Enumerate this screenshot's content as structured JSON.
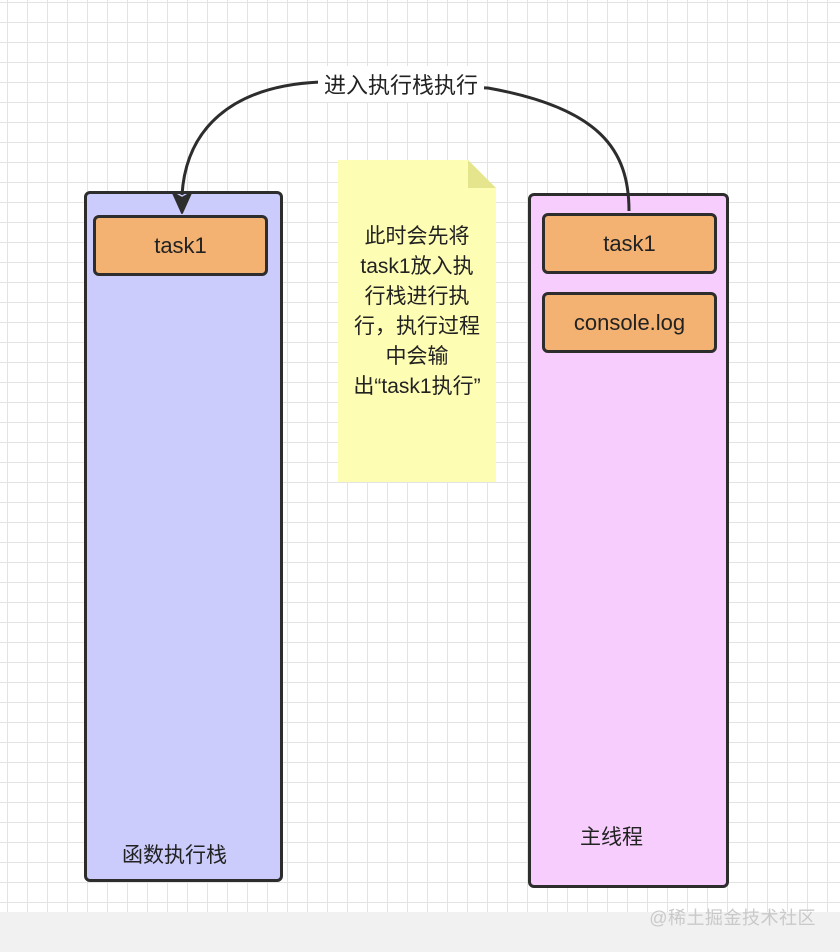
{
  "diagram": {
    "call_stack": {
      "label": "函数执行栈",
      "color": "#cbccfb",
      "items": [
        "task1"
      ]
    },
    "main_thread": {
      "label": "主线程",
      "color": "#f6cdfc",
      "items": [
        "task1",
        "console.log"
      ]
    },
    "arrow_label": "进入执行栈执行",
    "note": {
      "color": "#fefdb4",
      "fold_color": "#e4e58c",
      "text": "此时会先将task1放入执行栈进行执行，执行过程中会输出“task1执行”"
    },
    "task_color": "#f3b272"
  },
  "watermark": "@稀土掘金技术社区"
}
